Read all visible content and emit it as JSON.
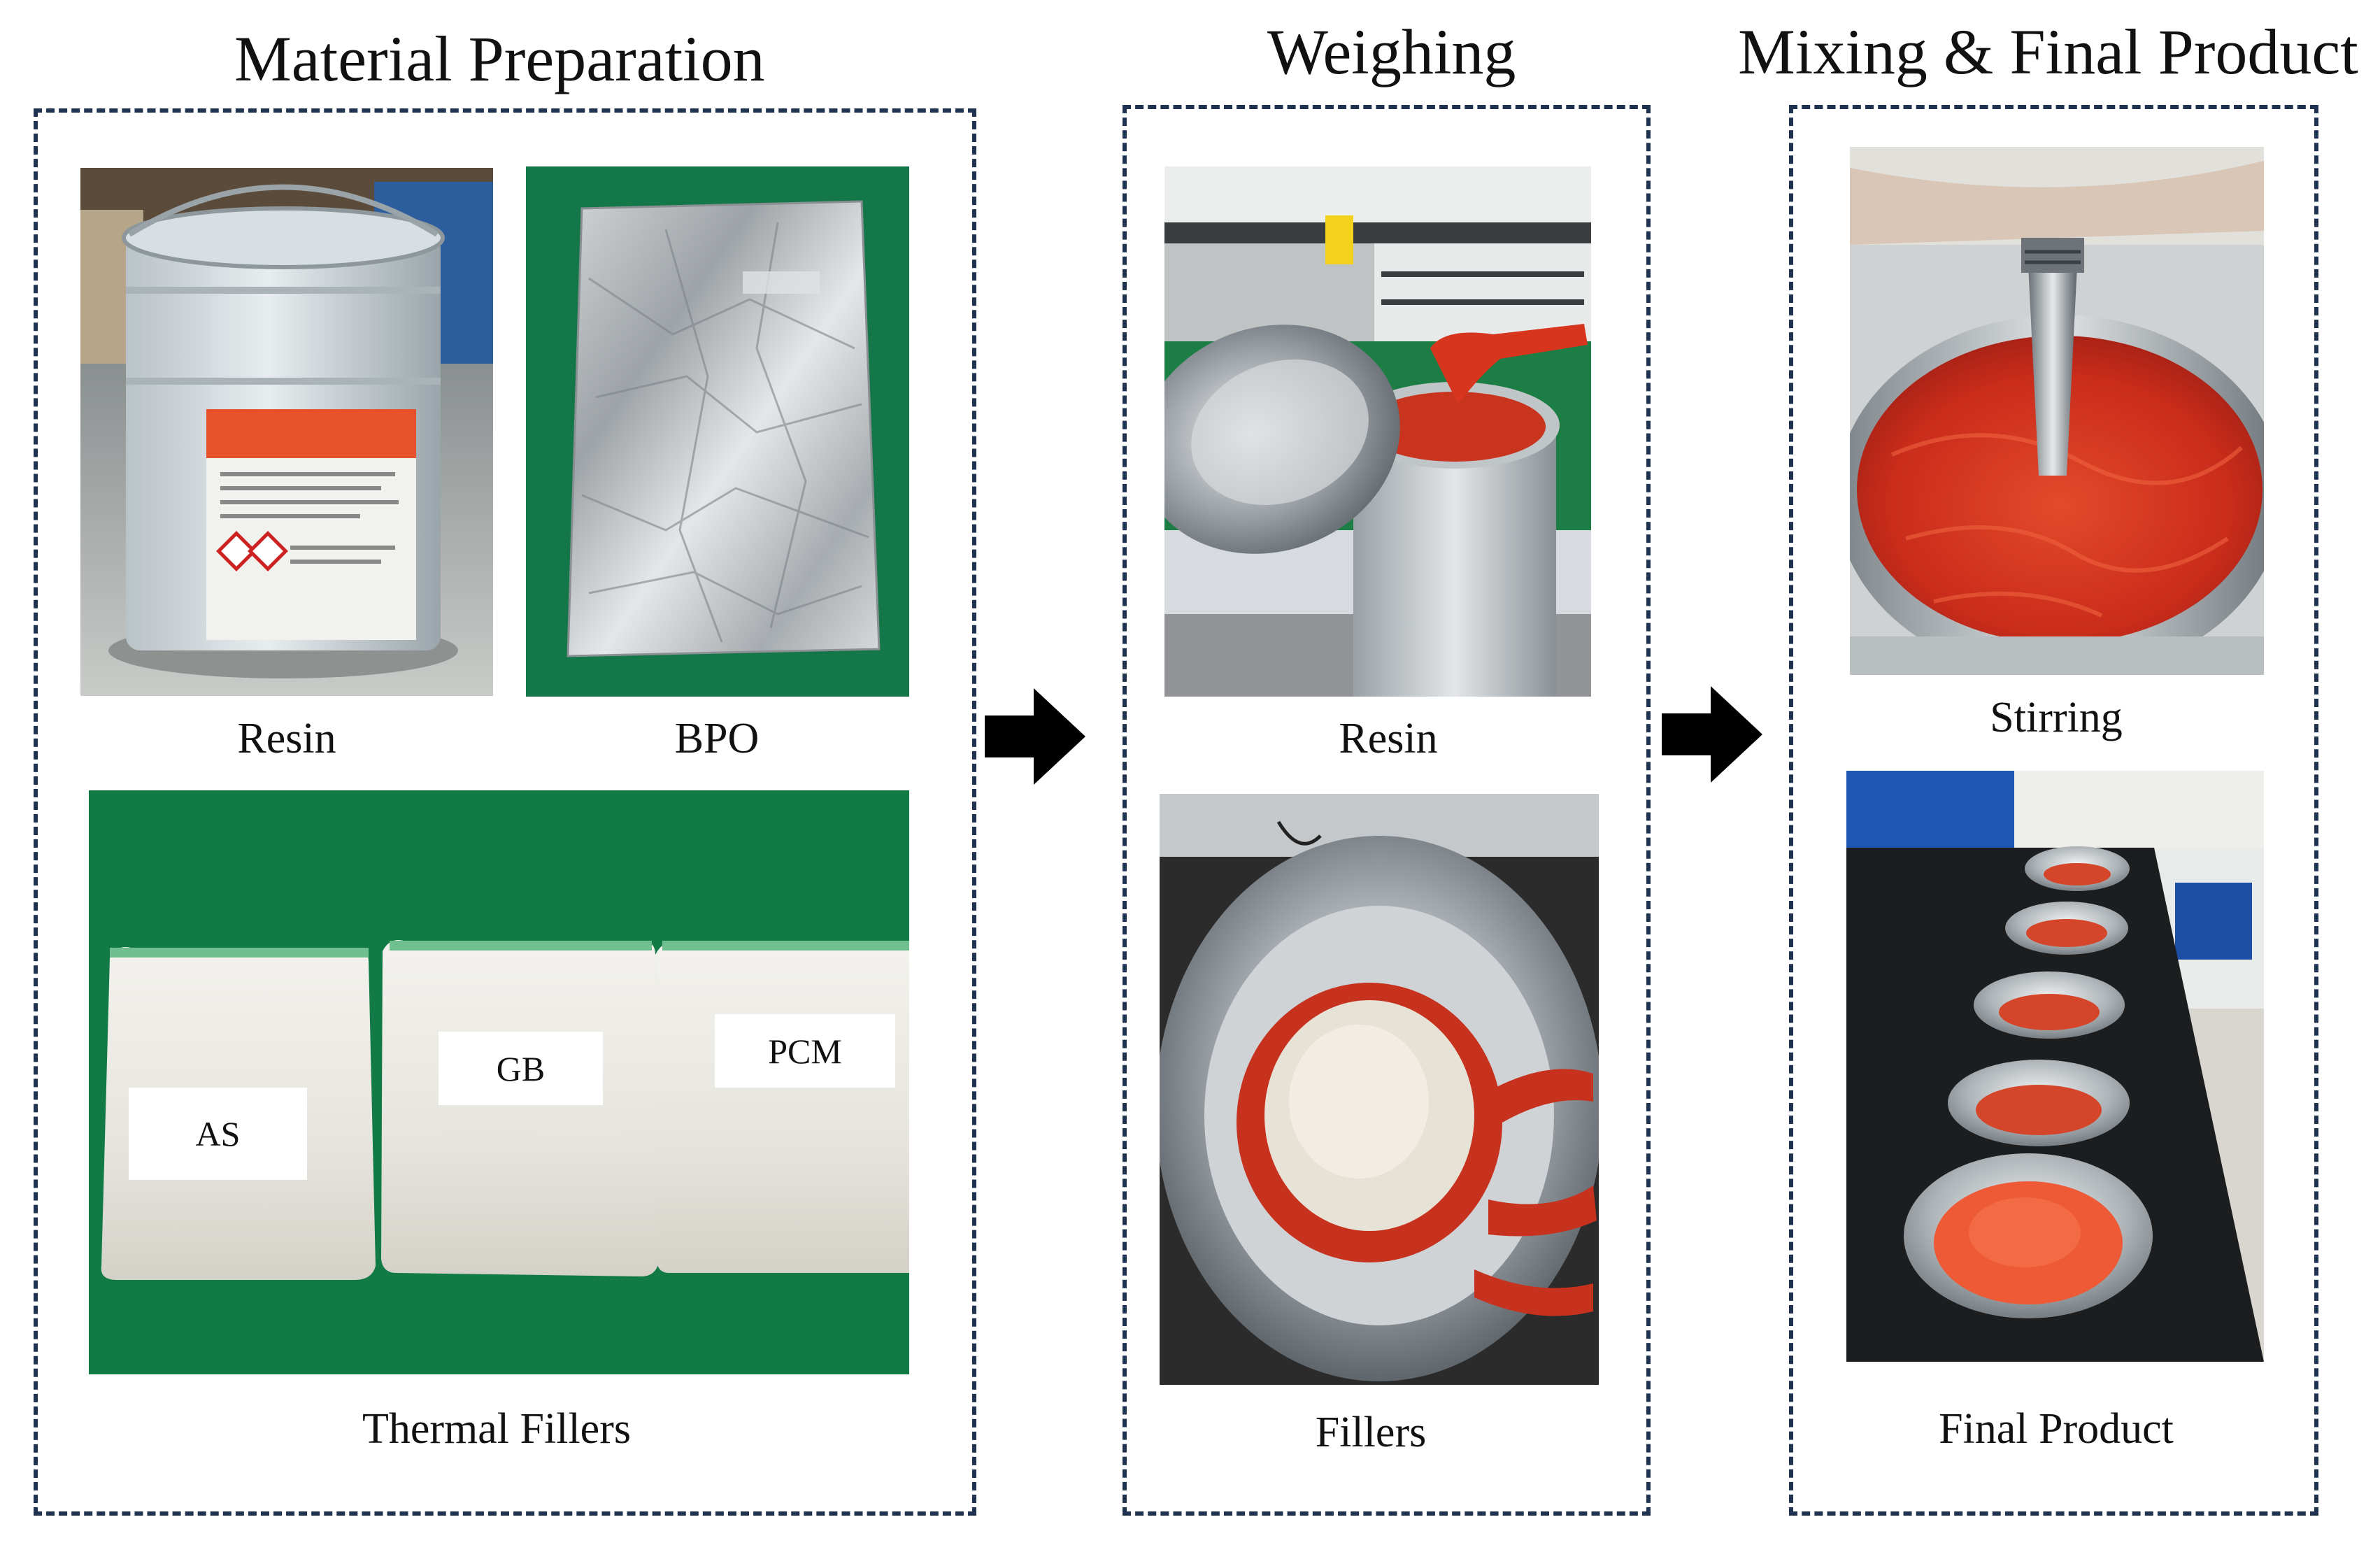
{
  "stages": [
    {
      "title": "Material Preparation",
      "items": [
        {
          "caption": "Resin",
          "photo": "resin-bucket-photo"
        },
        {
          "caption": "BPO",
          "photo": "bpo-foil-bag-photo"
        },
        {
          "caption": "Thermal Fillers",
          "photo": "thermal-fillers-bags-photo",
          "tags": [
            "AS",
            "GB",
            "PCM"
          ]
        }
      ]
    },
    {
      "title": "Weighing",
      "items": [
        {
          "caption": "Resin",
          "photo": "resin-weighing-photo"
        },
        {
          "caption": "Fillers",
          "photo": "fillers-weighing-photo"
        }
      ]
    },
    {
      "title": "Mixing & Final Product",
      "items": [
        {
          "caption": "Stirring",
          "photo": "stirring-photo"
        },
        {
          "caption": "Final Product",
          "photo": "final-product-bowls-photo"
        }
      ]
    }
  ],
  "colors": {
    "panel_border": "#1f3350",
    "arrow": "#000000",
    "green_mat": "#0f7a44",
    "red_mix": "#d9321f"
  }
}
